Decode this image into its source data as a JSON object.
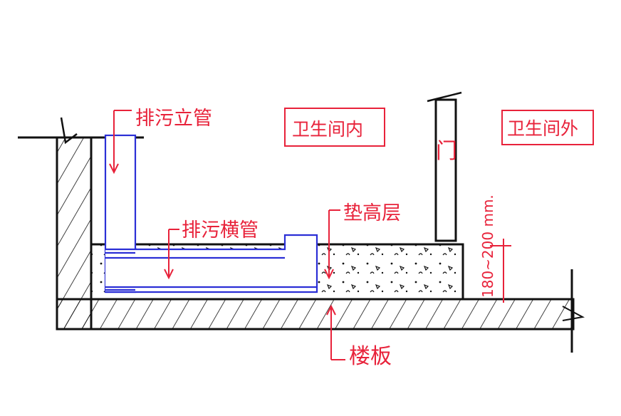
{
  "labels": {
    "vertical_pipe": "排污立管",
    "inside_bathroom": "卫生间内",
    "outside_bathroom": "卫生间外",
    "door": "门",
    "horizontal_pipe": "排污横管",
    "raised_layer": "垫高层",
    "dimension": "180~200 mm.",
    "floor_slab": "楼板"
  },
  "colors": {
    "annotation": "#e8223a",
    "pipe": "#2b2fd6",
    "structure": "#111111"
  }
}
